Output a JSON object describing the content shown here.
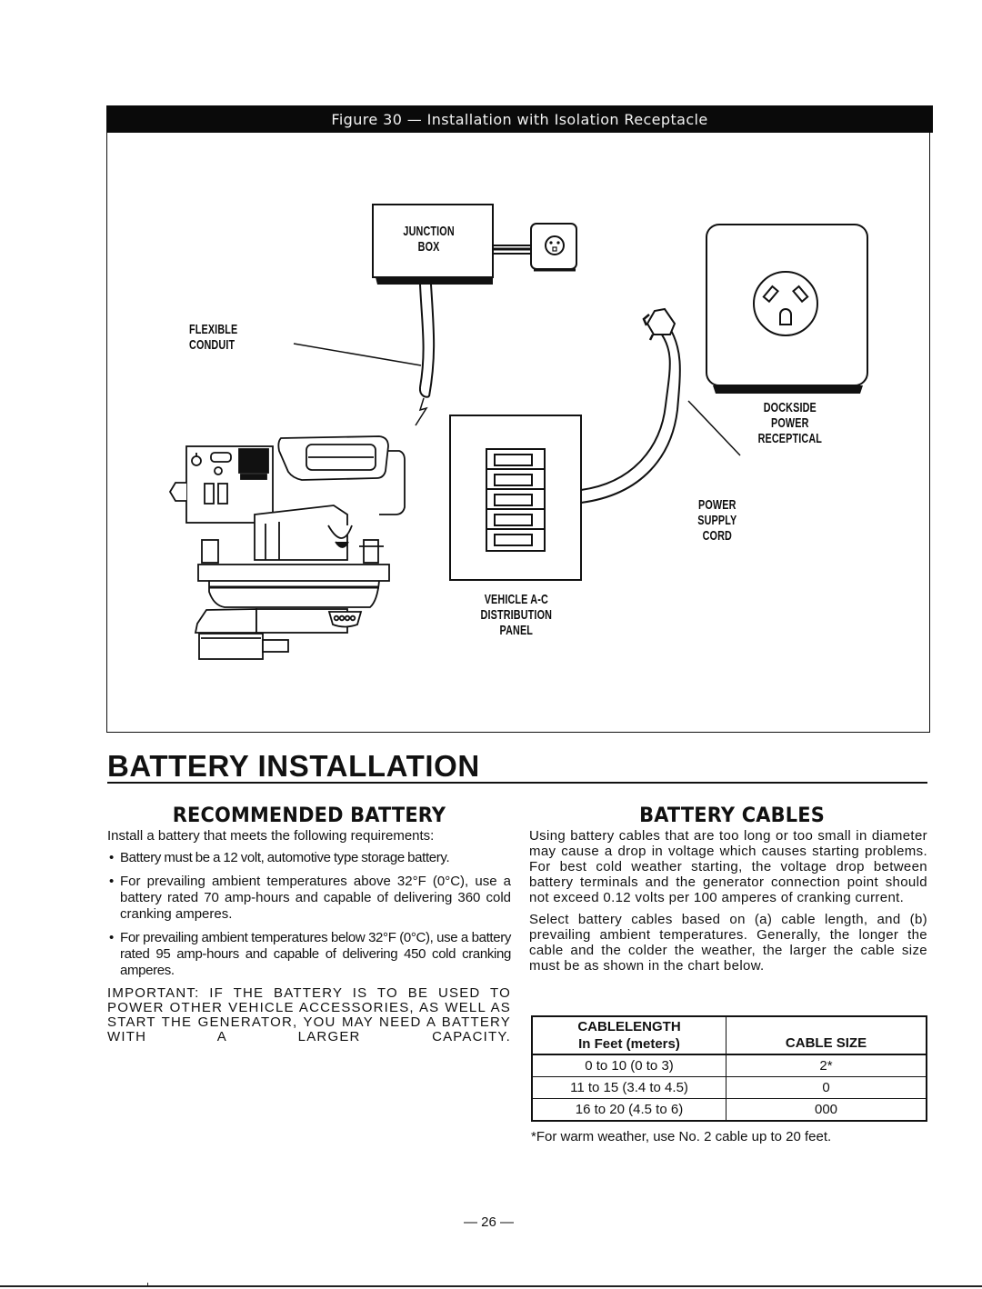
{
  "figure": {
    "title": "Figure 30 — Installation with Isolation Receptacle",
    "labels": {
      "junction_box": "JUNCTION\nBOX",
      "flexible_conduit": "FLEXIBLE\nCONDUIT",
      "dockside_power_receptical": "DOCKSIDE\nPOWER\nRECEPTICAL",
      "power_supply_cord": "POWER\nSUPPLY\nCORD",
      "distribution_panel": "VEHICLE A-C\nDISTRIBUTION\nPANEL"
    },
    "panel_breaker_count": 5
  },
  "section": {
    "title": "BATTERY INSTALLATION"
  },
  "recommended_battery": {
    "heading": "RECOMMENDED BATTERY",
    "intro": "Install a battery that meets the following requirements:",
    "bullets": [
      "Battery must be a 12 volt, automotive type storage battery.",
      "For prevailing ambient temperatures above 32°F (0°C), use a battery rated 70 amp-hours and capable of delivering 360 cold cranking amperes.",
      "For prevailing ambient temperatures below 32°F (0°C), use a battery rated 95 amp-hours and capable of delivering 450 cold cranking amperes."
    ],
    "bullet_symbol": "•",
    "important_note": "IMPORTANT: IF THE BATTERY IS TO BE USED TO POWER OTHER VEHICLE ACCESSORIES, AS WELL AS START THE GENERATOR, YOU MAY NEED A BATTERY WITH A LARGER CAPACITY."
  },
  "battery_cables": {
    "heading": "BATTERY CABLES",
    "paragraphs": [
      "Using battery cables that are too long or too small in diameter may cause a drop in voltage which causes starting problems. For best cold weather starting, the voltage drop between battery terminals and the generator connection point should not exceed 0.12 volts per 100 amperes of cranking current.",
      "Select battery cables based on (a) cable length, and (b) prevailing ambient temperatures. Generally, the longer the cable and the colder the weather, the larger the cable size must be as shown in the chart below."
    ],
    "table": {
      "headers": {
        "length_line1": "CABLELENGTH",
        "length_line2": "In Feet (meters)",
        "size": "CABLE SIZE"
      },
      "rows": [
        {
          "length": "0 to 10 (0 to 3)",
          "size": "2*"
        },
        {
          "length": "11 to 15 (3.4 to 4.5)",
          "size": "0"
        },
        {
          "length": "16 to 20 (4.5 to 6)",
          "size": "000"
        }
      ]
    },
    "footnote": "*For warm weather, use No. 2 cable up to 20 feet."
  },
  "page_number": "— 26 —"
}
